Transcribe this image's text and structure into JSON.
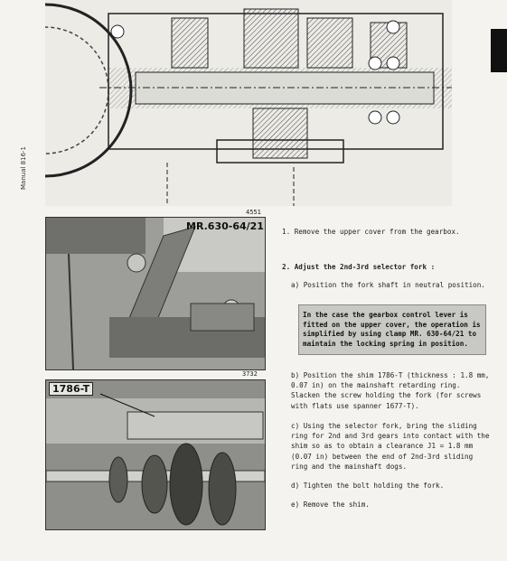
{
  "side_label": "Manual 816-1",
  "figures": {
    "top_id": "4551",
    "photo1_id": "3732",
    "photo1_tool": "MR.630-64/21",
    "photo2_tool": "1786-T"
  },
  "steps": {
    "step1": "1. Remove the upper cover from the gearbox.",
    "step2": "2. Adjust the 2nd-3rd selector fork :",
    "a": "a) Position the fork shaft in neutral position.",
    "note": "In the case the gearbox control lever is fitted on the upper cover, the operation is simplified by using clamp MR. 630-64/21 to maintain the locking spring in position.",
    "b": "b) Position the shim 1786-T (thickness : 1.8 mm, 0.07 in) on the mainshaft retarding ring. Slacken the screw holding the fork (for screws with flats use spanner 1677-T).",
    "c": "c) Using the selector fork, bring the sliding ring for 2nd and 3rd gears into contact with the shim so as to obtain a clearance J1 = 1.8 mm (0.07 in) between the end of 2nd-3rd sliding ring and the mainshaft dogs.",
    "d": "d) Tighten the bolt holding the fork.",
    "e": "e) Remove the shim."
  }
}
